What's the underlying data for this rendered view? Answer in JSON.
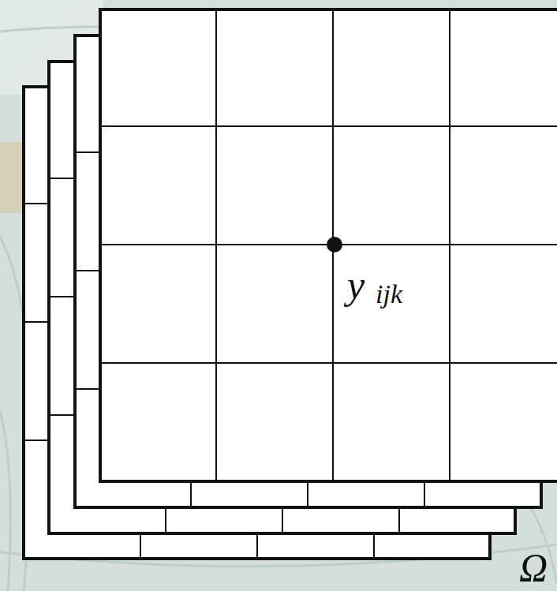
{
  "diagram": {
    "labels": [
      "y",
      "ijk",
      "Ω"
    ]
  }
}
